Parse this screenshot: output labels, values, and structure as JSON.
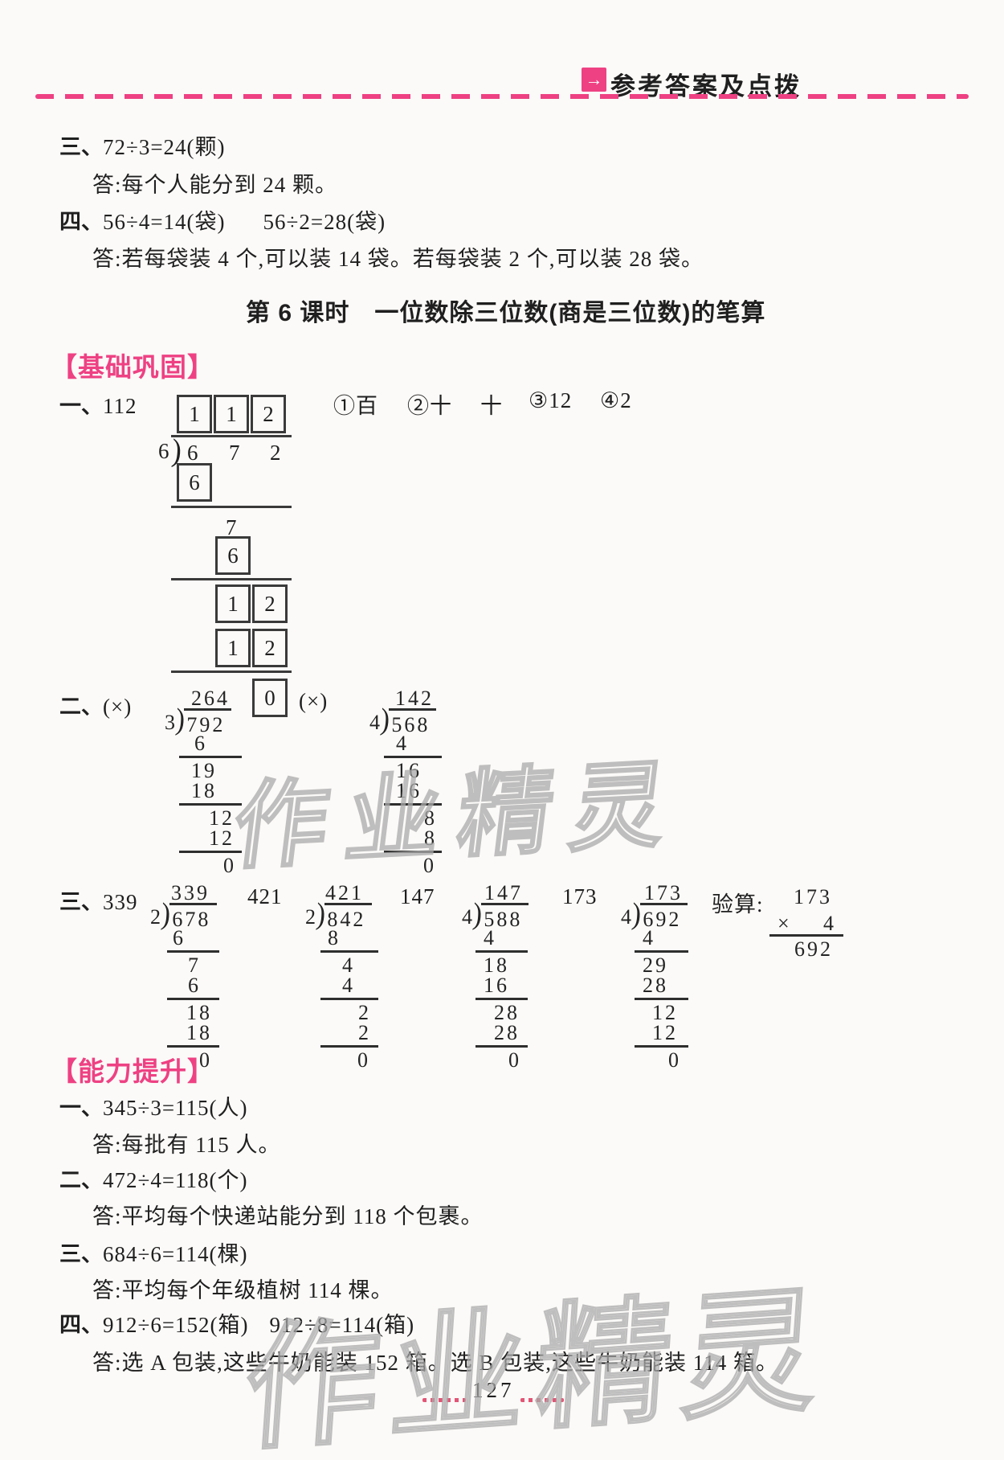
{
  "colors": {
    "accent": "#ee4183",
    "ink": "#1f1f1f",
    "rule": "#2e2e2e",
    "watermark_gray": "#ababab",
    "dot_pink": "#e25575"
  },
  "header": {
    "title": "参考答案及点拨",
    "arrow": "→"
  },
  "intro": {
    "q3": {
      "marker": "三、",
      "eq": "72÷3=24(颗)",
      "answer": "答:每个人能分到 24 颗。"
    },
    "q4": {
      "marker": "四、",
      "eq1": "56÷4=14(袋)",
      "eq2": "56÷2=28(袋)",
      "answer": "答:若每袋装 4 个,可以装 14 袋。若每袋装 2 个,可以装 28 袋。"
    }
  },
  "lesson_title": "第 6 课时　一位数除三位数(商是三位数)的笔算",
  "sections": {
    "basic_label": "【基础巩固】",
    "advanced_label": "【能力提升】"
  },
  "basic": {
    "q1": {
      "marker": "一、",
      "answer": "112",
      "options": [
        "①百",
        "②十",
        "十",
        "③12",
        "④2"
      ],
      "division": {
        "divisor": "6",
        "dividend": [
          "6",
          "7",
          "2"
        ],
        "quotient": [
          "1",
          "1",
          "2"
        ],
        "sub1": "6",
        "rem1": "7",
        "sub2": "6",
        "pair1": [
          "1",
          "2"
        ],
        "pair2": [
          "1",
          "2"
        ],
        "zero": "0"
      }
    },
    "q2": {
      "marker": "二、",
      "mark1": "(×)",
      "mark2": "(×)",
      "div1": {
        "quotient": "264",
        "divisor": "3",
        "dividend": "792",
        "steps": [
          "6",
          "19",
          "18",
          "12",
          "12",
          "0"
        ]
      },
      "div2": {
        "quotient": "142",
        "divisor": "4",
        "dividend": "568",
        "steps": [
          "4",
          "16",
          "16",
          "8",
          "8",
          "0"
        ]
      }
    },
    "q3": {
      "marker": "三、",
      "answers": [
        "339",
        "421",
        "147",
        "173"
      ],
      "div1": {
        "quotient": "339",
        "divisor": "2",
        "dividend": "678",
        "steps": [
          "6",
          "7",
          "6",
          "18",
          "18",
          "0"
        ]
      },
      "div2": {
        "quotient": "421",
        "divisor": "2",
        "dividend": "842",
        "steps": [
          "8",
          "4",
          "4",
          "2",
          "2",
          "0"
        ]
      },
      "div3": {
        "quotient": "147",
        "divisor": "4",
        "dividend": "588",
        "steps": [
          "4",
          "18",
          "16",
          "28",
          "28",
          "0"
        ]
      },
      "div4": {
        "quotient": "173",
        "divisor": "4",
        "dividend": "692",
        "steps": [
          "4",
          "29",
          "28",
          "12",
          "12",
          "0"
        ]
      },
      "check_label": "验算:",
      "check": {
        "multiplicand": "173",
        "sign": "×",
        "multiplier": "4",
        "product": "692"
      }
    }
  },
  "advanced": {
    "q1": {
      "marker": "一、",
      "eq": "345÷3=115(人)",
      "answer": "答:每批有 115 人。"
    },
    "q2": {
      "marker": "二、",
      "eq": "472÷4=118(个)",
      "answer": "答:平均每个快递站能分到 118 个包裹。"
    },
    "q3": {
      "marker": "三、",
      "eq": "684÷6=114(棵)",
      "answer": "答:平均每个年级植树 114 棵。"
    },
    "q4": {
      "marker": "四、",
      "eq1": "912÷6=152(箱)",
      "eq2": "912÷8=114(箱)",
      "answer": "答:选 A 包装,这些牛奶能装 152 箱。选 B 包装,这些牛奶能装 114 箱。"
    }
  },
  "footer": {
    "page_number": "127"
  },
  "watermark": {
    "text": "作业精灵"
  }
}
